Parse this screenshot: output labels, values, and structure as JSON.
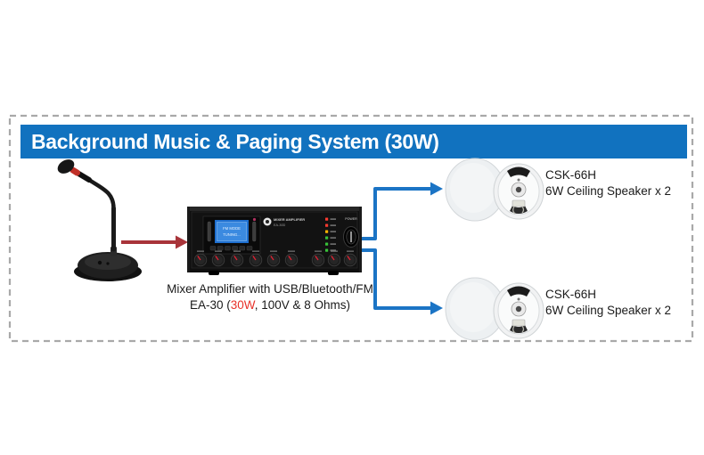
{
  "title": {
    "text": "Background Music & Paging System (30W)"
  },
  "colors": {
    "title_bg": "#1172bf",
    "title_text": "#ffffff",
    "connector_blue": "#1b74c5",
    "arrow_red": "#a8343a",
    "highlight_red": "#e8322a",
    "border_gray": "#a9a9a9",
    "text_dark": "#1a1a1a"
  },
  "amplifier": {
    "panel": {
      "brand_line1": "MIXER AMPLIFIER",
      "brand_line2": "EA-30D",
      "power_label": "POWER",
      "lcd_line1": "FM MODE",
      "lcd_line2": "TUNING..."
    },
    "caption_line1": "Mixer Amplifier with USB/Bluetooth/FM",
    "caption_line2_prefix": "EA-30 (",
    "caption_line2_highlight": "30W",
    "caption_line2_suffix": ", 100V & 8 Ohms)"
  },
  "speakers": {
    "top": {
      "model": "CSK-66H",
      "desc": "6W Ceiling Speaker x 2"
    },
    "bottom": {
      "model": "CSK-66H",
      "desc": "6W Ceiling Speaker x 2"
    }
  }
}
